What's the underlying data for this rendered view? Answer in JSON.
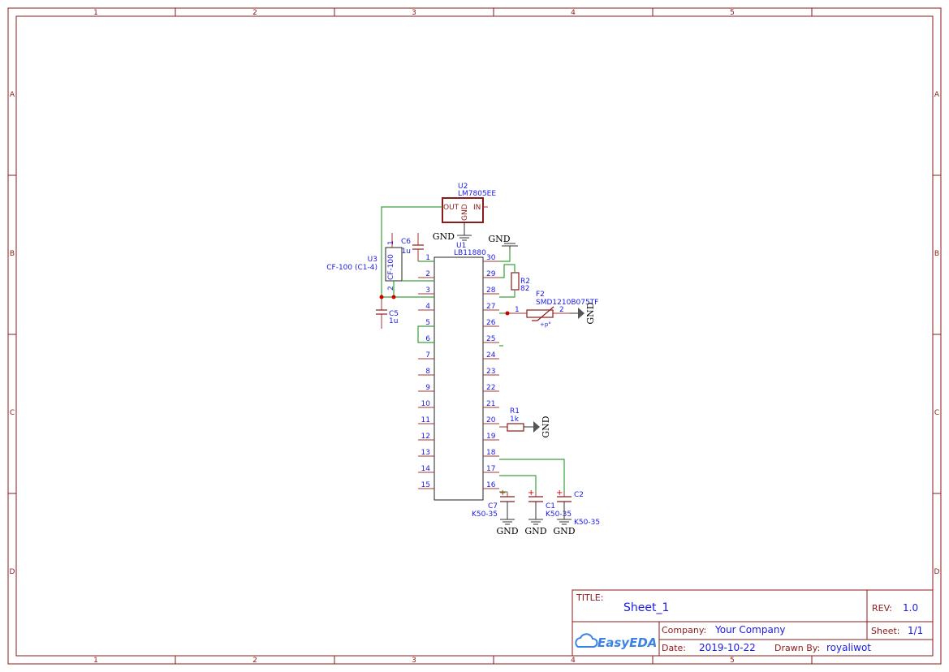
{
  "frame": {
    "columns": [
      "1",
      "2",
      "3",
      "4",
      "5"
    ],
    "rows": [
      "A",
      "B",
      "C",
      "D"
    ]
  },
  "components": {
    "u2": {
      "ref": "U2",
      "value": "LM7805EE",
      "pin_out": "OUT",
      "pin_in": "IN",
      "pin_gnd": "GND"
    },
    "u1": {
      "ref": "U1",
      "value": "LB11880",
      "left_pins": [
        "1",
        "2",
        "3",
        "4",
        "5",
        "6",
        "7",
        "8",
        "9",
        "10",
        "11",
        "12",
        "13",
        "14",
        "15"
      ],
      "right_pins": [
        "30",
        "29",
        "28",
        "27",
        "26",
        "25",
        "24",
        "23",
        "22",
        "21",
        "20",
        "19",
        "18",
        "17",
        "16"
      ]
    },
    "u3": {
      "ref": "U3",
      "value": "CF-100 (C1-4)",
      "body_label": "CF-100",
      "pin1": "1",
      "pin2": "2"
    },
    "c6": {
      "ref": "C6",
      "value": "1u"
    },
    "c5": {
      "ref": "C5",
      "value": "1u"
    },
    "r2": {
      "ref": "R2",
      "value": "82"
    },
    "f2": {
      "ref": "F2",
      "value": "SMD1210B075TF",
      "pin1": "1",
      "pin2": "2",
      "mark": "+p°"
    },
    "r1": {
      "ref": "R1",
      "value": "1k"
    },
    "c7": {
      "ref": "C7",
      "value": "K50-35"
    },
    "c1": {
      "ref": "C1",
      "value": "K50-35"
    },
    "c2": {
      "ref": "C2",
      "value": "K50-35"
    },
    "gnd_label": "GND",
    "plus_mark": "+"
  },
  "title_block": {
    "title_label": "TITLE:",
    "title": "Sheet_1",
    "rev_label": "REV:",
    "rev": "1.0",
    "company_label": "Company:",
    "company": "Your Company",
    "sheet_label": "Sheet:",
    "sheet": "1/1",
    "date_label": "Date:",
    "date": "2019-10-22",
    "drawn_label": "Drawn By:",
    "drawn_by": "royaliwot",
    "logo_text": "EasyEDA"
  },
  "colors": {
    "frame": "#8b1a1a",
    "wire": "#3aa03a",
    "text": "#1a1ae6",
    "junction": "#cc0000"
  }
}
